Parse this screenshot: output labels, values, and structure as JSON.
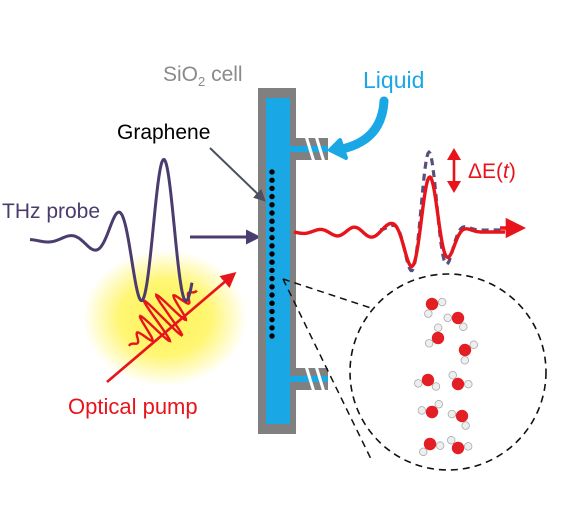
{
  "labels": {
    "cell_main": "SiO",
    "cell_sub": "2",
    "cell_rest": " cell",
    "liquid": "Liquid",
    "graphene": "Graphene",
    "thz_probe": "THz probe",
    "delta_prefix": "ΔE(",
    "delta_t": "t",
    "delta_suffix": ")",
    "optical_pump": "Optical pump"
  },
  "colors": {
    "cell_frame": "#808080",
    "liquid": "#1aa7e6",
    "liquid_label": "#1aa7e6",
    "graphene_dots": "#000000",
    "thz_wave": "#4b3c6e",
    "transmitted_wave": "#e8141b",
    "reference_wave": "#5a4f7c",
    "pump_glow": "#fff45a",
    "pump_label": "#e8141b",
    "oxygen": "#e31e24",
    "hydrogen": "#eeeeee"
  },
  "icons": {
    "graphene_pointer": "arrow-icon",
    "liquid_inflow": "curved-arrow-icon",
    "amplitude_change": "double-arrow-icon",
    "zoom_circle": "magnifier-circle"
  }
}
